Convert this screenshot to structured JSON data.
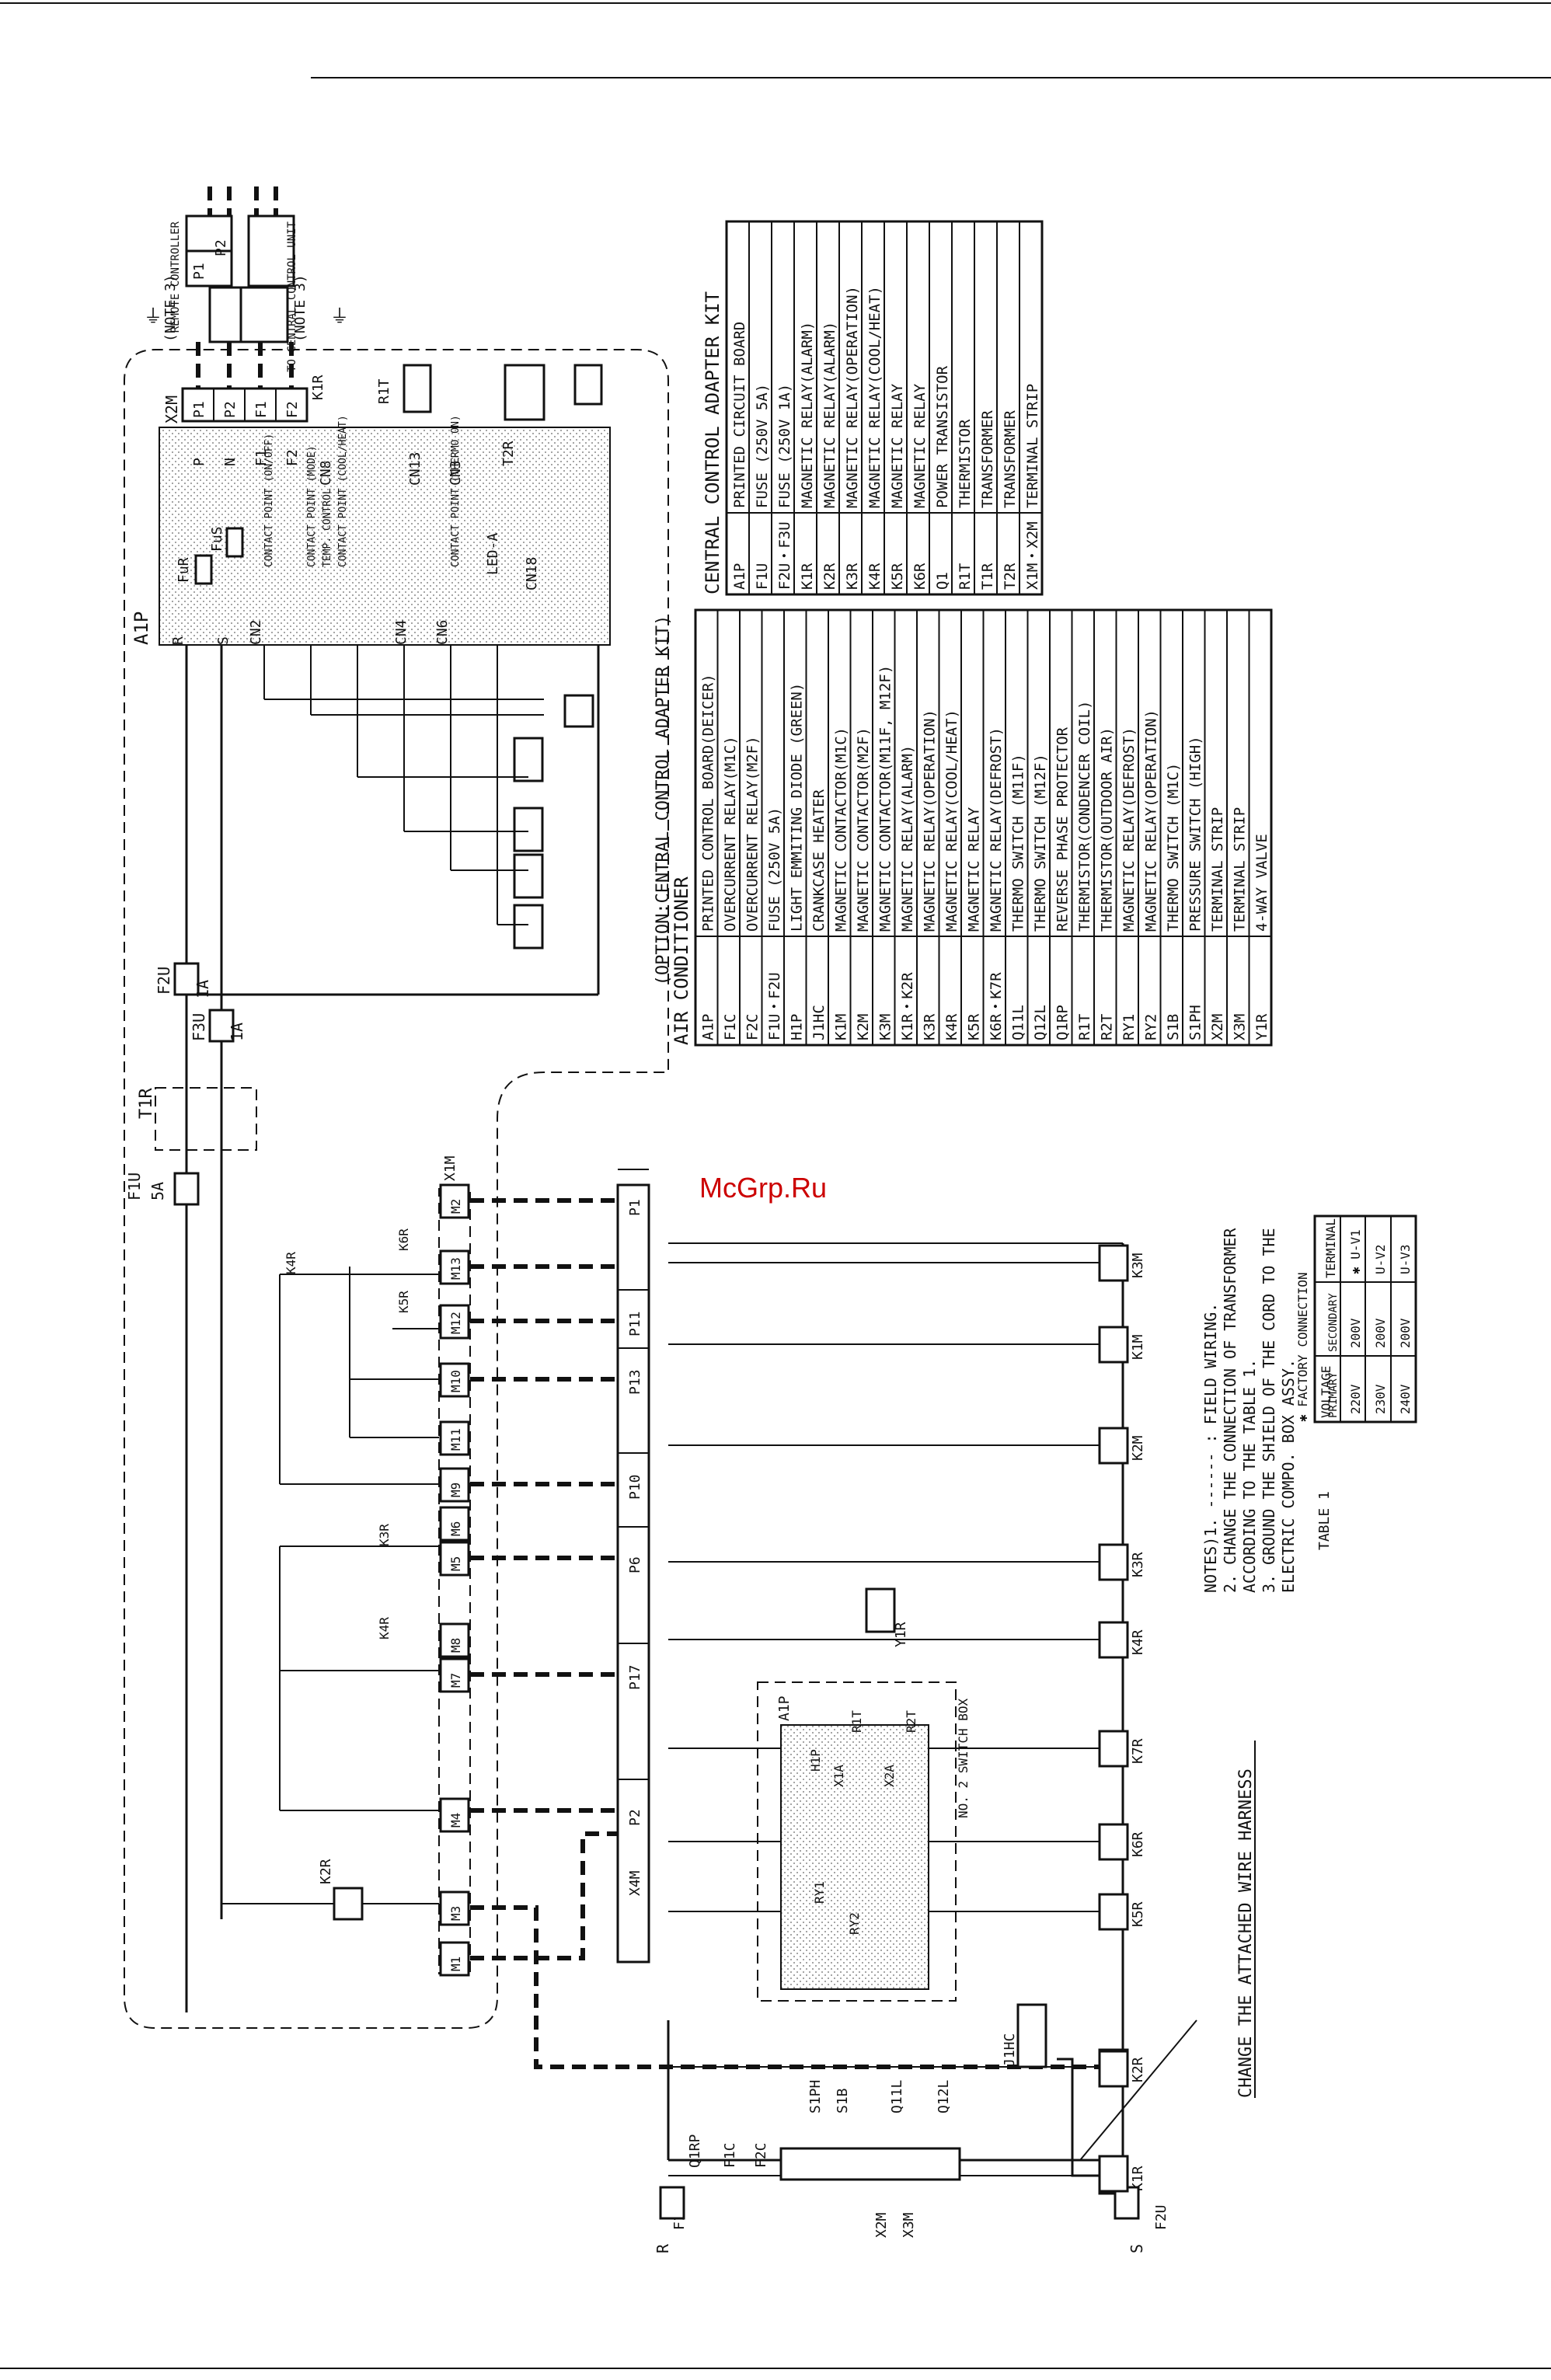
{
  "watermark": "McGrp.Ru",
  "option_label": "(OPTION:CENTRAL CONTROL ADAPTER KIT)",
  "top_labels": {
    "remote": "REMOTE CONTROLLER",
    "central": "TO CENTRAL CONTROL UNIT",
    "note3": "(NOTE 3)",
    "p1": "P1",
    "p2": "P2"
  },
  "tables": {
    "adapter": {
      "title": "CENTRAL CONTROL ADAPTER KIT",
      "rows": [
        [
          "A1P",
          "PRINTED CIRCUIT BOARD"
        ],
        [
          "F1U",
          "FUSE (250V 5A)"
        ],
        [
          "F2U・F3U",
          "FUSE (250V 1A)"
        ],
        [
          "K1R",
          "MAGNETIC RELAY(ALARM)"
        ],
        [
          "K2R",
          "MAGNETIC RELAY(ALARM)"
        ],
        [
          "K3R",
          "MAGNETIC RELAY(OPERATION)"
        ],
        [
          "K4R",
          "MAGNETIC RELAY(COOL/HEAT)"
        ],
        [
          "K5R",
          "MAGNETIC RELAY"
        ],
        [
          "K6R",
          "MAGNETIC RELAY"
        ],
        [
          "Q1",
          "POWER TRANSISTOR"
        ],
        [
          "R1T",
          "THERMISTOR"
        ],
        [
          "T1R",
          "TRANSFORMER"
        ],
        [
          "T2R",
          "TRANSFORMER"
        ],
        [
          "X1M・X2M",
          "TERMINAL STRIP"
        ]
      ]
    },
    "aircon": {
      "title": "AIR CONDITIONER",
      "rows": [
        [
          "A1P",
          "PRINTED CONTROL BOARD(DEICER)"
        ],
        [
          "F1C",
          "OVERCURRENT RELAY(M1C)"
        ],
        [
          "F2C",
          "OVERCURRENT RELAY(M2F)"
        ],
        [
          "F1U・F2U",
          "FUSE (250V 5A)"
        ],
        [
          "H1P",
          "LIGHT EMMITING DIODE (GREEN)"
        ],
        [
          "J1HC",
          "CRANKCASE HEATER"
        ],
        [
          "K1M",
          "MAGNETIC CONTACTOR(M1C)"
        ],
        [
          "K2M",
          "MAGNETIC CONTACTOR(M2F)"
        ],
        [
          "K3M",
          "MAGNETIC CONTACTOR(M11F, M12F)"
        ],
        [
          "K1R・K2R",
          "MAGNETIC RELAY(ALARM)"
        ],
        [
          "K3R",
          "MAGNETIC RELAY(OPERATION)"
        ],
        [
          "K4R",
          "MAGNETIC RELAY(COOL/HEAT)"
        ],
        [
          "K5R",
          "MAGNETIC RELAY"
        ],
        [
          "K6R・K7R",
          "MAGNETIC RELAY(DEFROST)"
        ],
        [
          "Q11L",
          "THERMO SWITCH (M11F)"
        ],
        [
          "Q12L",
          "THERMO SWITCH (M12F)"
        ],
        [
          "Q1RP",
          "REVERSE PHASE PROTECTOR"
        ],
        [
          "R1T",
          "THERMISTOR(CONDENCER COIL)"
        ],
        [
          "R2T",
          "THERMISTOR(OUTDOOR AIR)"
        ],
        [
          "RY1",
          "MAGNETIC RELAY(DEFROST)"
        ],
        [
          "RY2",
          "MAGNETIC RELAY(OPERATION)"
        ],
        [
          "S1B",
          "THERMO SWITCH (M1C)"
        ],
        [
          "S1PH",
          "PRESSURE SWITCH (HIGH)"
        ],
        [
          "X2M",
          "TERMINAL STRIP"
        ],
        [
          "X3M",
          "TERMINAL STRIP"
        ],
        [
          "Y1R",
          "4-WAY VALVE"
        ]
      ]
    },
    "voltage": {
      "caption": "TABLE 1",
      "factory": "✱ FACTORY CONNECTION",
      "head_voltage": "VOLTAGE",
      "head_primary": "PRIMARY",
      "head_secondary": "SECONDARY",
      "head_terminal": "TERMINAL",
      "rows": [
        [
          "220V",
          "200V",
          "✱ U-V1"
        ],
        [
          "230V",
          "200V",
          "U-V2"
        ],
        [
          "240V",
          "200V",
          "U-V3"
        ]
      ]
    }
  },
  "notes": [
    "NOTES)1.  ------ : FIELD WIRING.",
    "2. CHANGE THE CONNECTION OF TRANSFORMER",
    "   ACCORDING TO THE TABLE 1.",
    "3. GROUND THE SHIELD OF THE CORD TO THE",
    "   ELECTRIC COMPO. BOX ASSY."
  ],
  "harness_note": "CHANGE THE ATTACHED WIRE HARNESS",
  "x1m_terminals": [
    "M1",
    "M3",
    "M4",
    "M7",
    "M8",
    "M5",
    "M6",
    "M9",
    "M11",
    "M10",
    "M12",
    "M13",
    "M2"
  ],
  "x4m_terminals": [
    "P2",
    "P17",
    "P6",
    "P10",
    "P13",
    "P11",
    "P1"
  ],
  "bottom_relays": [
    "K1R",
    "K2R",
    "K5R",
    "K6R",
    "K7R",
    "K4R",
    "K3R",
    "K2M",
    "K1M",
    "K3M"
  ],
  "x2m_adapter": [
    "P1",
    "P2",
    "F1",
    "F2"
  ],
  "labels": {
    "x1m": "X1M",
    "x2m": "X2M",
    "x4m": "X4M",
    "a1p": "A1P",
    "t1r": "T1R",
    "f1u": "F1U",
    "f2u": "F2U",
    "f3u": "F3U",
    "amp5": "5A",
    "amp1": "1A",
    "fur": "FuR",
    "fus": "FuS",
    "cn2": "CN2",
    "cn3": "CN3",
    "cn4": "CN4",
    "cn6": "CN6",
    "cn8": "CN8",
    "cn13": "CN13",
    "cn18": "CN18",
    "led": "LED-A",
    "q1": "Q1",
    "r1t": "R1T",
    "t2r": "T2R",
    "on_off": "CONTACT POINT (ON/OFF)",
    "mode": "CONTACT POINT (MODE)",
    "temp": "TEMP. CONTROL",
    "coolheat": "CONTACT POINT (COOL/HEAT)",
    "thermo": "CONTACT POINT (THERMO ON)",
    "on": "ON",
    "heat": "HEAT",
    "a1p_deicer": "A1P",
    "switchbox": "NO. 2 SWITCH BOX",
    "h1p": "H1P",
    "x1a": "X1A",
    "x2a": "X2A",
    "r1t2": "R1T",
    "r2t": "R2T",
    "ry1": "RY1",
    "ry2": "RY2",
    "j1hc": "J1HC",
    "y1r": "Y1R",
    "q1rp": "Q1RP",
    "f1c": "F1C",
    "f2c": "F2C",
    "s1ph": "S1PH",
    "s1b": "S1B",
    "q11l": "Q11L",
    "q12l": "Q12L",
    "x2m_bot": "X2M",
    "x3m": "X3M",
    "r": "R",
    "s": "S",
    "k1m": "K1M",
    "k1r": "K1R",
    "k3r": "K3R",
    "k4r": "K4R",
    "k2r": "K2R",
    "k5r": "K5R",
    "k6r": "K6R",
    "p": "P",
    "n": "N",
    "f1": "F1",
    "f2": "F2"
  }
}
